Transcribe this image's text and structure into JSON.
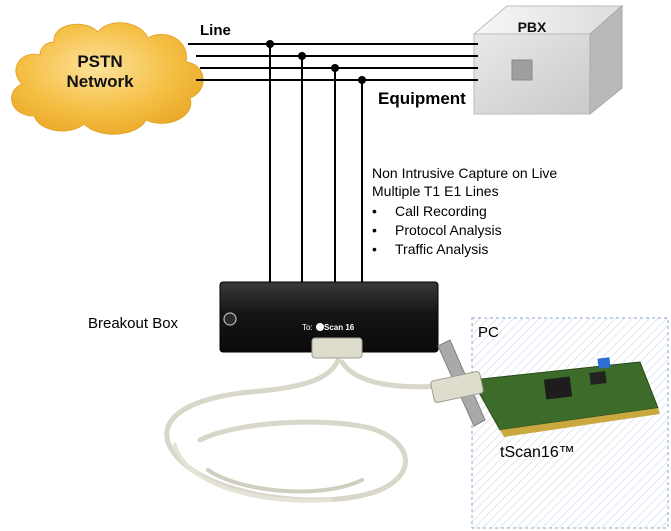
{
  "cloud": {
    "label_line1": "PSTN",
    "label_line2": "Network",
    "color": "#F5C04A"
  },
  "line_label": "Line",
  "pbx_label": "PBX",
  "equipment_label": "Equipment",
  "capture": {
    "line1": "Non Intrusive Capture on Live",
    "line2": "Multiple T1 E1 Lines",
    "bullets": [
      "Call Recording",
      "Protocol Analysis",
      "Traffic Analysis"
    ],
    "bullet_char": "•"
  },
  "breakout_label": "Breakout Box",
  "box_plate": {
    "prefix": "To:",
    "brand": "Scan 16"
  },
  "pc_label": "PC",
  "card_label": "tScan16™",
  "colors": {
    "line": "#000000",
    "box": "#1c1c1c",
    "pc_border": "#8aa6c8",
    "pc_hatch": "#e3eaf3",
    "cable": "#e6e5da",
    "card_pcb": "#3d6b2a"
  }
}
